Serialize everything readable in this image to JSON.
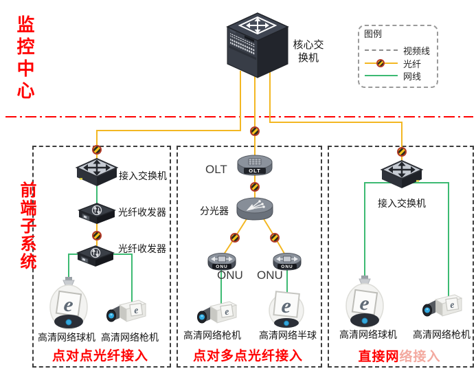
{
  "titles": {
    "monitoring_center": "监控中心",
    "frontend_subsystem": "前端子系统"
  },
  "core_switch_label": "核心交换机",
  "legend": {
    "title": "图例",
    "items": [
      {
        "label": "视频线"
      },
      {
        "label": "光纤"
      },
      {
        "label": "网线"
      }
    ]
  },
  "zone_p2p": {
    "access_switch_label": "接入交换机",
    "transceiver1_label": "光纤收发器",
    "transceiver2_label": "光纤收发器",
    "dome_camera_label": "高清网络球机",
    "bullet_camera_label": "高清网络枪机",
    "caption": "点对点光纤接入"
  },
  "zone_p2mp": {
    "olt_label": "OLT",
    "olt_badge": "OLT",
    "splitter_label": "分光器",
    "onu1_label": "ONU",
    "onu2_label": "ONU",
    "onu1_badge": "ONU",
    "onu2_badge": "ONU",
    "bullet_camera_label": "高清网络枪机",
    "halfdome_camera_label": "高清网络半球",
    "caption": "点对多点光纤接入"
  },
  "zone_direct": {
    "access_switch_label": "接入交换机",
    "dome_camera_label": "高清网络球机",
    "bullet_camera_label": "高清网络枪机",
    "caption_part1": "直接网",
    "caption_part2": "络接入"
  },
  "colors": {
    "fiber_line": "#F3B722",
    "network_line": "#3CBA72",
    "video_line": "#8C8C8C",
    "divider_line": "#FF0000",
    "caption_red": "#FF0000"
  }
}
